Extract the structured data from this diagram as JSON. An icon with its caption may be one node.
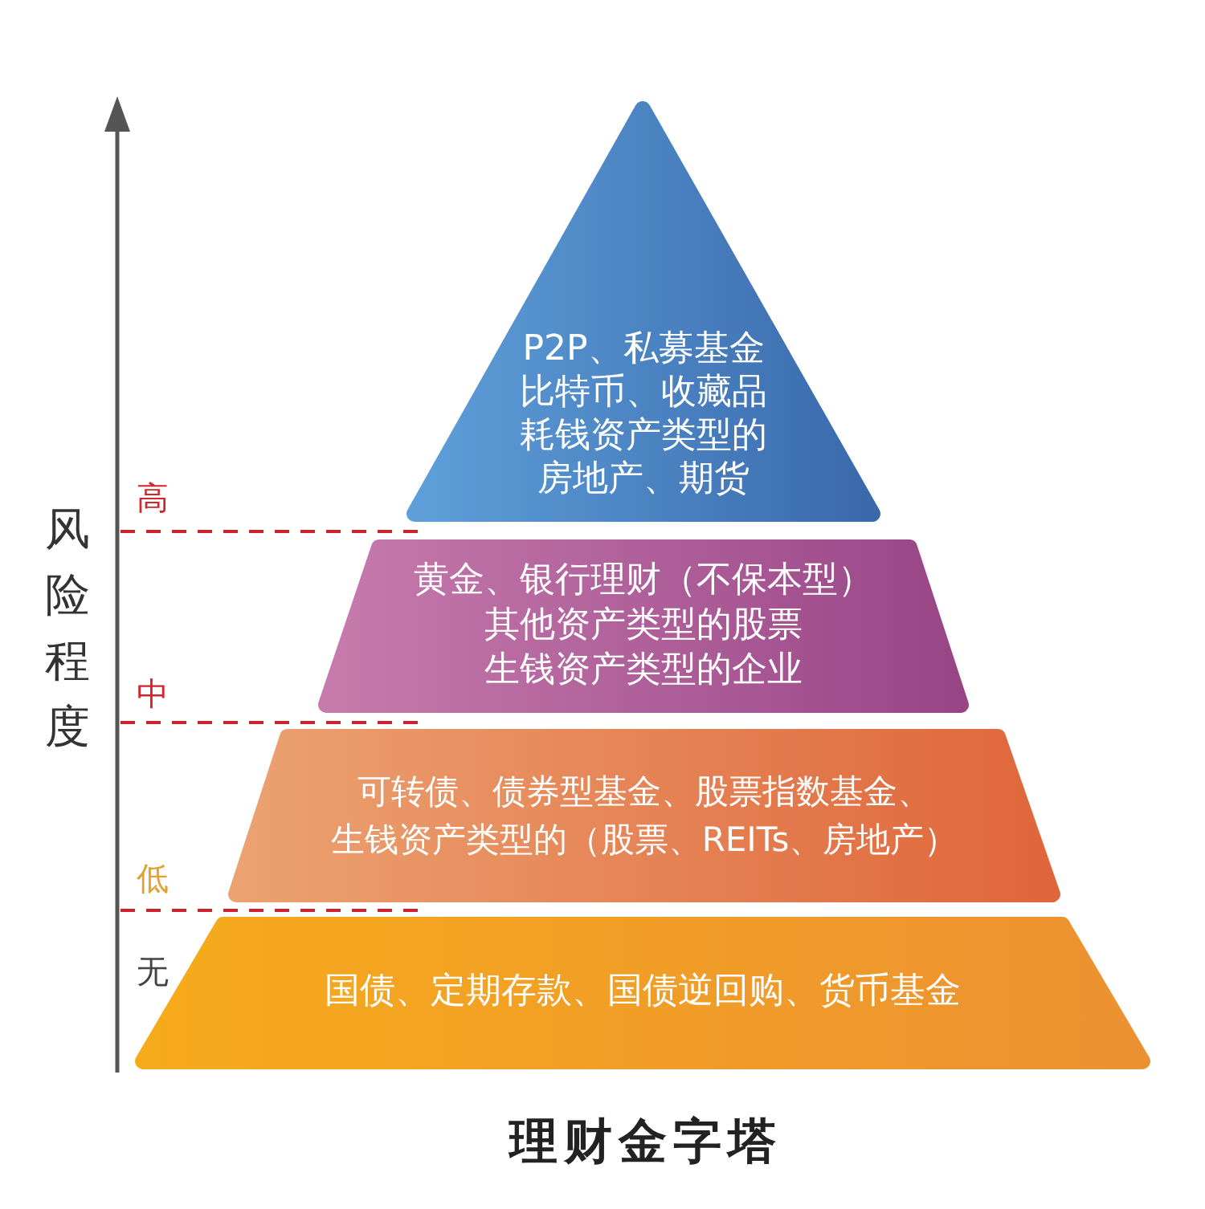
{
  "diagram": {
    "title": "理财金字塔",
    "nodes": [
      {
        "text": [
          "P2P、私募基金",
          "比特币、收藏品",
          "耗钱资产类型的房地产、期货"
        ]
      },
      {
        "text": [
          "黄金、银行理财（不保本型）",
          "其他资产类型的股票",
          "生钱资产类型的企业"
        ]
      },
      {
        "text": [
          "可转债、债券型基金、股票指数基金、生钱资产类型的（股票、REITs、房地产）"
        ]
      },
      {
        "text": [
          "国债、定期存款、国债逆回购、货币基金"
        ]
      }
    ],
    "labels": [
      "风险程度",
      "高",
      "中",
      "低",
      "无"
    ]
  }
}
